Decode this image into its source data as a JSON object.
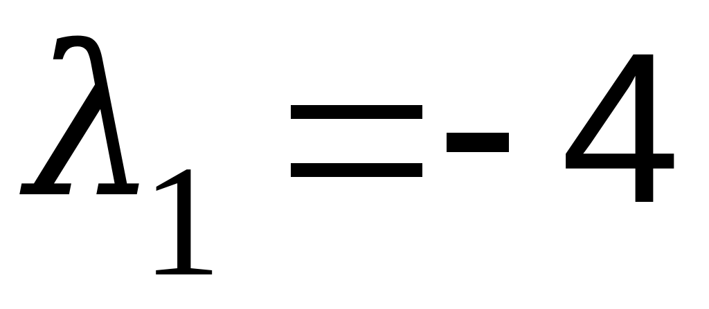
{
  "equation": {
    "variable": "λ",
    "subscript": "1",
    "equals": "=",
    "minus": "-",
    "value": "4"
  }
}
